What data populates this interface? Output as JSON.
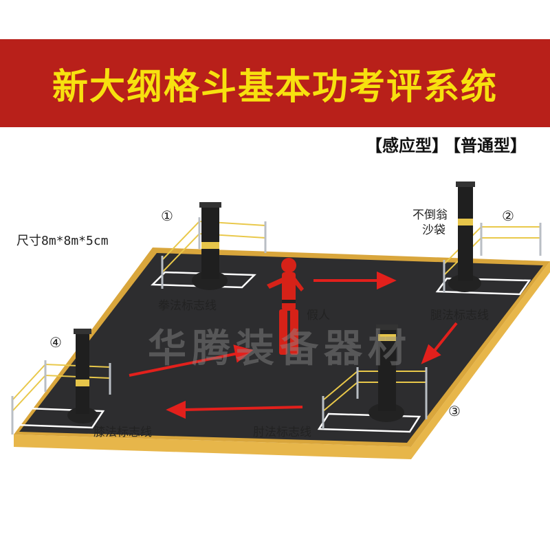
{
  "title": "新大纲格斗基本功考评系统",
  "badges": [
    "【感应型】",
    "【普通型】"
  ],
  "size_label": "尺寸8m*8m*5cm",
  "dummy_note": "不倒翁\n沙袋",
  "dummy_note_line1": "不倒翁",
  "dummy_note_line2": "沙袋",
  "dummy_label": "假人",
  "watermark": "华腾装备器材",
  "stations": [
    {
      "number": "①",
      "label": "拳法标志线"
    },
    {
      "number": "②",
      "label": "腿法标志线"
    },
    {
      "number": "③",
      "label": "肘法标志线"
    },
    {
      "number": "④",
      "label": "膝法标志线"
    }
  ],
  "colors": {
    "banner": "#b8201a",
    "title": "#f7e10f",
    "mat": "#2d2d2f",
    "mat_edge": "#e7b64a",
    "arrow": "#e2201c",
    "dummy": "#d62218"
  }
}
